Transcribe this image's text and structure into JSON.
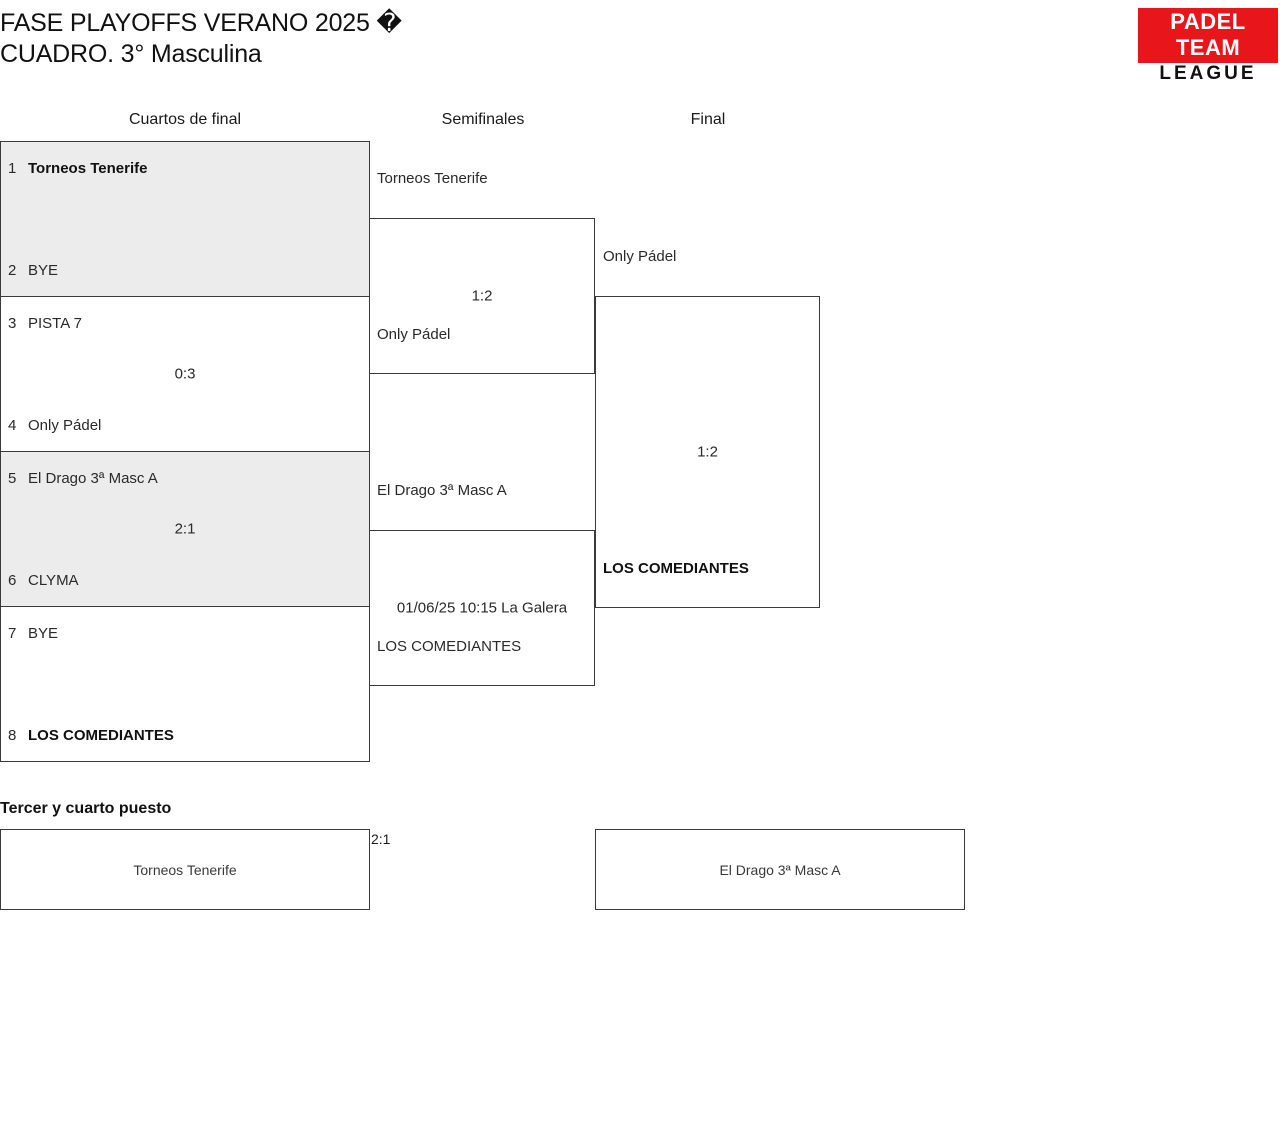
{
  "header": {
    "title_line1": "FASE PLAYOFFS VERANO 2025 �",
    "title_line2": "CUADRO. 3° Masculina",
    "logo_top": "PADEL TEAM",
    "logo_bottom": "LEAGUE"
  },
  "rounds": {
    "quarterfinals_label": "Cuartos de final",
    "semifinals_label": "Semifinales",
    "final_label": "Final"
  },
  "quarterfinals": [
    {
      "shaded": true,
      "top": {
        "seed": "1",
        "team": "Torneos Tenerife",
        "winner": true
      },
      "bottom": {
        "seed": "2",
        "team": "BYE",
        "winner": false
      },
      "info": ""
    },
    {
      "shaded": false,
      "top": {
        "seed": "3",
        "team": "PISTA 7",
        "winner": false
      },
      "bottom": {
        "seed": "4",
        "team": "Only Pádel",
        "winner": false
      },
      "info": "0:3"
    },
    {
      "shaded": true,
      "top": {
        "seed": "5",
        "team": "El Drago 3ª Masc A",
        "winner": false
      },
      "bottom": {
        "seed": "6",
        "team": "CLYMA",
        "winner": false
      },
      "info": "2:1"
    },
    {
      "shaded": false,
      "top": {
        "seed": "7",
        "team": "BYE",
        "winner": false
      },
      "bottom": {
        "seed": "8",
        "team": "LOS COMEDIANTES",
        "winner": true
      },
      "info": ""
    }
  ],
  "semifinals": [
    {
      "top_team": "Torneos Tenerife",
      "bottom_team": "Only Pádel",
      "info": "1:2"
    },
    {
      "top_team": "El Drago 3ª Masc A",
      "bottom_team": "LOS COMEDIANTES",
      "info": "01/06/25 10:15 La Galera"
    }
  ],
  "final": {
    "top_team": "Only Pádel",
    "bottom_team": "LOS COMEDIANTES",
    "info": "1:2"
  },
  "third_place": {
    "section_title": "Tercer y cuarto puesto",
    "left_team": "Torneos Tenerife",
    "right_team": "El Drago 3ª Masc A",
    "score": "2:1"
  }
}
